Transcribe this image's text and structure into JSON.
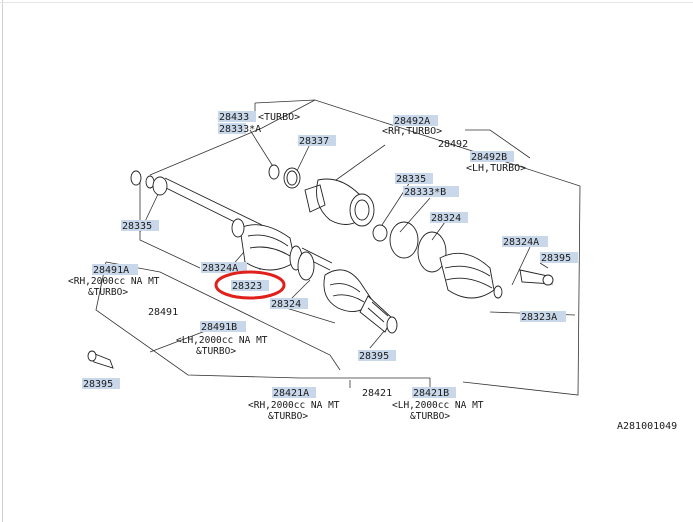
{
  "diagram_id": "A281001049",
  "highlight_color": "#c8d8ea",
  "circle_color": "#e0201a",
  "labels": {
    "p28433": "28433",
    "p28433_note": "<TURBO>",
    "p28333A": "28333*A",
    "p28337": "28337",
    "p28492A": "28492A",
    "p28492A_note": "<RH,TURBO>",
    "p28492": "28492",
    "p28492B": "28492B",
    "p28492B_note": "<LH,TURBO>",
    "p28335_top": "28335",
    "p28333B": "28333*B",
    "p28324_top": "28324",
    "p28324A_right": "28324A",
    "p28395_right": "28395",
    "p28335_left": "28335",
    "p28324A_left": "28324A",
    "p28323": "28323",
    "p28324_mid": "28324",
    "p28323A": "28323A",
    "p28491A": "28491A",
    "p28491A_note1": "<RH,2000cc NA MT",
    "p28491A_note2": "&TURBO>",
    "p28491": "28491",
    "p28491B": "28491B",
    "p28491B_note1": "<LH,2000cc NA MT",
    "p28491B_note2": "&TURBO>",
    "p28395_bottom": "28395",
    "p28395_left": "28395",
    "p28421A": "28421A",
    "p28421A_note1": "<RH,2000cc NA MT",
    "p28421A_note2": "&TURBO>",
    "p28421": "28421",
    "p28421B": "28421B",
    "p28421B_note1": "<LH,2000cc NA MT",
    "p28421B_note2": "&TURBO>"
  }
}
